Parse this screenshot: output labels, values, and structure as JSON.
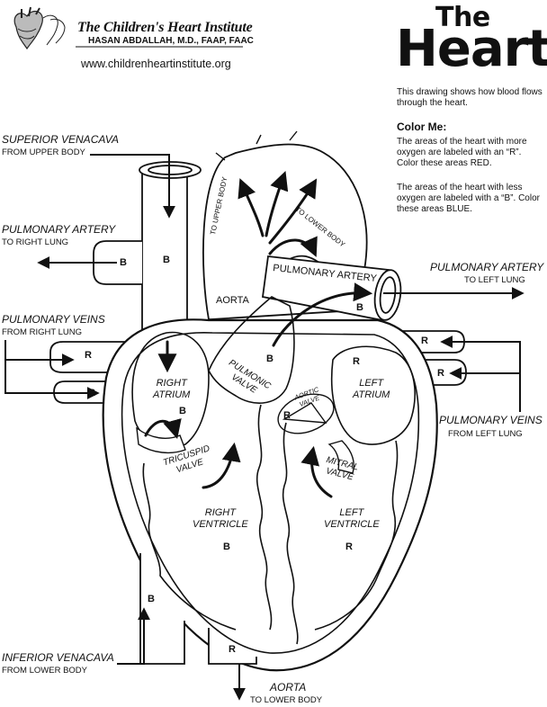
{
  "header": {
    "institute_name": "The Children's Heart Institute",
    "doctor": "HASAN ABDALLAH, M.D., FAAP, FAAC",
    "website": "www.childrenheartinstitute.org"
  },
  "title": {
    "line1": "The",
    "line2": "Heart"
  },
  "intro": {
    "description": "This drawing shows how blood flows through the heart.",
    "color_me_heading": "Color Me:",
    "red_instruction": "The areas of the heart with more oxygen are labeled with an “R”. Color these areas RED.",
    "blue_instruction": "The areas of the heart with less oxygen are labeled with a “B”. Color these areas BLUE."
  },
  "outer_labels": {
    "superior_venacava": "SUPERIOR VENACAVA",
    "superior_venacava_sub": "FROM UPPER BODY",
    "pulmonary_artery_left": "PULMONARY ARTERY",
    "pulmonary_artery_left_sub": "TO RIGHT LUNG",
    "pulmonary_veins_left": "PULMONARY VEINS",
    "pulmonary_veins_left_sub": "FROM RIGHT LUNG",
    "inferior_venacava": "INFERIOR VENACAVA",
    "inferior_venacava_sub": "FROM LOWER BODY",
    "aorta_bottom": "AORTA",
    "aorta_bottom_sub": "TO LOWER BODY",
    "pulmonary_artery_right": "PULMONARY ARTERY",
    "pulmonary_artery_right_sub": "TO LEFT LUNG",
    "pulmonary_veins_right": "PULMONARY VEINS",
    "pulmonary_veins_right_sub": "FROM LEFT LUNG"
  },
  "inner_labels": {
    "to_upper_body": "TO UPPER BODY",
    "to_lower_body": "TO LOWER BODY",
    "pulmonary_artery": "PULMONARY ARTERY",
    "aorta": "AORTA",
    "right_atrium_1": "RIGHT",
    "right_atrium_2": "ATRIUM",
    "pulmonic_valve_1": "PULMONIC",
    "pulmonic_valve_2": "VALVE",
    "aortic_valve_1": "AORTIC",
    "aortic_valve_2": "VALVE",
    "left_atrium_1": "LEFT",
    "left_atrium_2": "ATRIUM",
    "tricuspid_valve_1": "TRICUSPID",
    "tricuspid_valve_2": "VALVE",
    "mitral_valve_1": "MITRAL",
    "mitral_valve_2": "VALVE",
    "right_ventricle_1": "RIGHT",
    "right_ventricle_2": "VENTRICLE",
    "left_ventricle_1": "LEFT",
    "left_ventricle_2": "VENTRICLE"
  },
  "letters": {
    "oxygen_rich": "R",
    "oxygen_poor": "B"
  }
}
